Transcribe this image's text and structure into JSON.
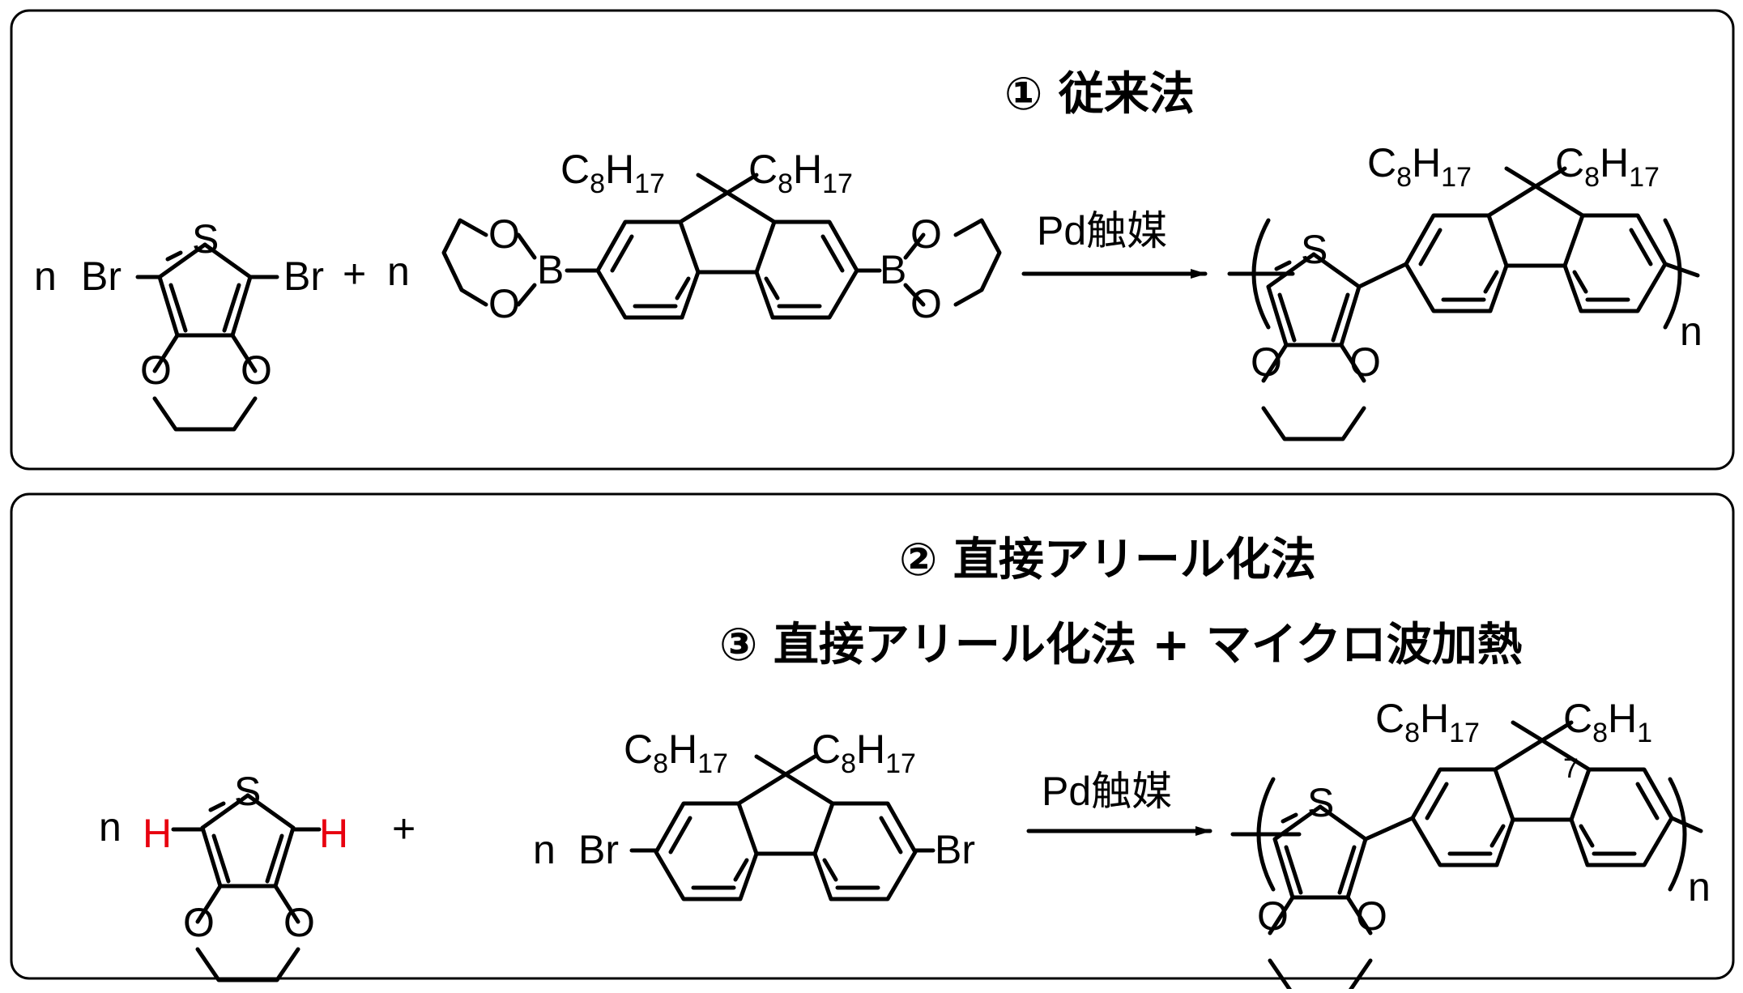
{
  "top": {
    "heading": "① 従来法",
    "coef_1": "n",
    "coef_2": "n",
    "plus": "+",
    "catalyst": "Pd触媒",
    "repeat_n": "n",
    "atoms": {
      "br": "Br",
      "s": "S",
      "o": "O",
      "b": "B",
      "c": "C",
      "h": "H",
      "c_sub": "8",
      "h_sub": "17"
    }
  },
  "bottom": {
    "heading_2": "② 直接アリール化法",
    "heading_3": "③ 直接アリール化法 + マイクロ波加熱",
    "coef_1": "n",
    "coef_2": "n",
    "plus": "+",
    "catalyst": "Pd触媒",
    "repeat_n": "n",
    "product_h_sub_truncated": "1",
    "product_h_sub_overflow": "7",
    "atoms": {
      "br": "Br",
      "s": "S",
      "o": "O",
      "h": "H",
      "c": "C",
      "c_sub": "8",
      "h_sub": "17"
    }
  },
  "colors": {
    "highlight_h": "#e8000f",
    "line": "#000000"
  }
}
